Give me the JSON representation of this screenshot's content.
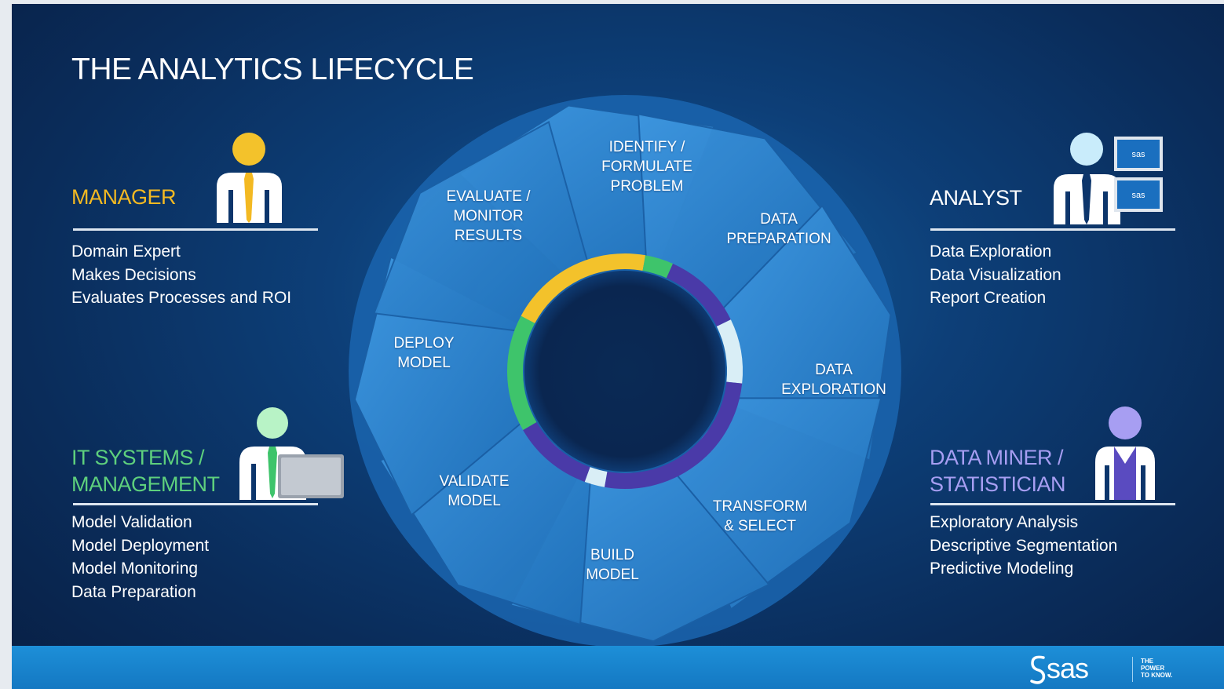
{
  "title": "THE ANALYTICS LIFECYCLE",
  "colors": {
    "manager": "#f3b922",
    "it_systems": "#5ed07d",
    "analyst": "#ffffff",
    "data_miner": "#a79ef2",
    "segment_fill": "#2a7cc8",
    "ring_yellow": "#f3c22b",
    "ring_green": "#3ec46b",
    "ring_purple": "#4a3aa8",
    "ring_light": "#d9eef6"
  },
  "roles": {
    "manager": {
      "heading": "MANAGER",
      "icon": "manager-person-icon",
      "items": [
        "Domain Expert",
        "Makes Decisions",
        "Evaluates Processes and ROI"
      ]
    },
    "it_systems": {
      "heading_line1": "IT SYSTEMS /",
      "heading_line2": "MANAGEMENT",
      "icon": "it-person-with-laptop-icon",
      "items": [
        "Model Validation",
        "Model Deployment",
        "Model Monitoring",
        "Data Preparation"
      ]
    },
    "analyst": {
      "heading": "ANALYST",
      "icon": "analyst-person-with-screens-icon",
      "screen_label": "sas",
      "items": [
        "Data Exploration",
        "Data Visualization",
        "Report Creation"
      ]
    },
    "data_miner": {
      "heading_line1": "DATA MINER /",
      "heading_line2": "STATISTICIAN",
      "icon": "statistician-person-icon",
      "items": [
        "Exploratory Analysis",
        "Descriptive Segmentation",
        "Predictive Modeling"
      ]
    }
  },
  "lifecycle_steps": [
    "IDENTIFY /\nFORMULATE\nPROBLEM",
    "DATA\nPREPARATION",
    "DATA\nEXPLORATION",
    "TRANSFORM\n& SELECT",
    "BUILD\nMODEL",
    "VALIDATE\nMODEL",
    "DEPLOY\nMODEL",
    "EVALUATE /\nMONITOR\nRESULTS"
  ],
  "footer": {
    "logo_word": "sas",
    "tagline_line1": "THE",
    "tagline_line2": "POWER",
    "tagline_line3": "TO KNOW.",
    "logo_icon": "sas-logo-s-icon"
  }
}
